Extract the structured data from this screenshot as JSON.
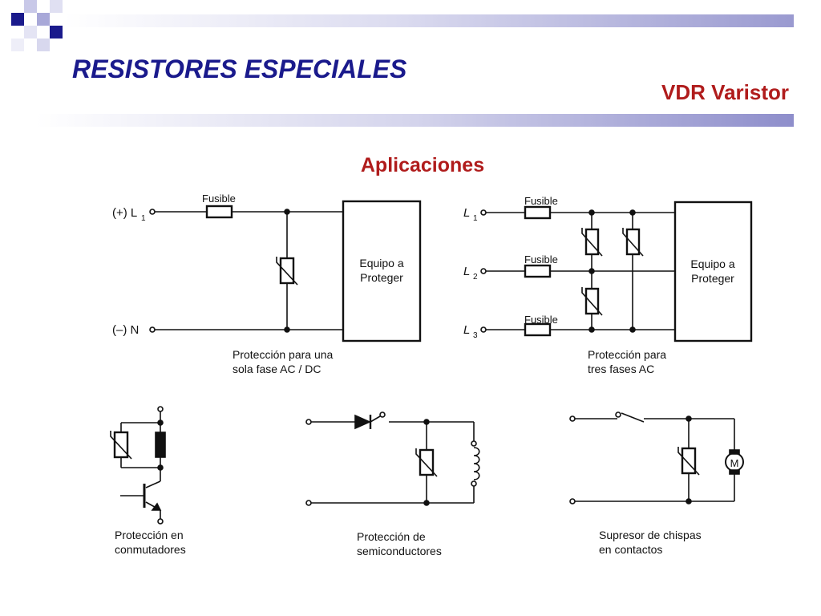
{
  "header": {
    "title": "RESISTORES ESPECIALES",
    "subtitle": "VDR Varistor"
  },
  "section_title": "Aplicaciones",
  "colors": {
    "title": "#1a1a8c",
    "accent": "#b01c1c",
    "deco_dark": "#1a1a8c",
    "deco_light": "#a8a8d8"
  },
  "diagrams": {
    "single_phase": {
      "terminal_plus": "(+) L",
      "terminal_plus_sub": "1",
      "terminal_neutral": "(–) N",
      "fuse_label": "Fusible",
      "box_line1": "Equipo a",
      "box_line2": "Proteger",
      "caption_line1": "Protección para una",
      "caption_line2": "sola fase AC / DC"
    },
    "three_phase": {
      "line_prefix": "L",
      "subs": [
        "1",
        "2",
        "3"
      ],
      "fuse_label": "Fusible",
      "box_line1": "Equipo a",
      "box_line2": "Proteger",
      "caption_line1": "Protección para",
      "caption_line2": "tres fases AC"
    },
    "switches": {
      "caption_line1": "Protección en",
      "caption_line2": "conmutadores"
    },
    "semiconductors": {
      "caption_line1": "Protección de",
      "caption_line2": "semiconductores"
    },
    "contacts": {
      "motor_label": "M",
      "caption_line1": "Supresor de chispas",
      "caption_line2": "en contactos"
    }
  }
}
